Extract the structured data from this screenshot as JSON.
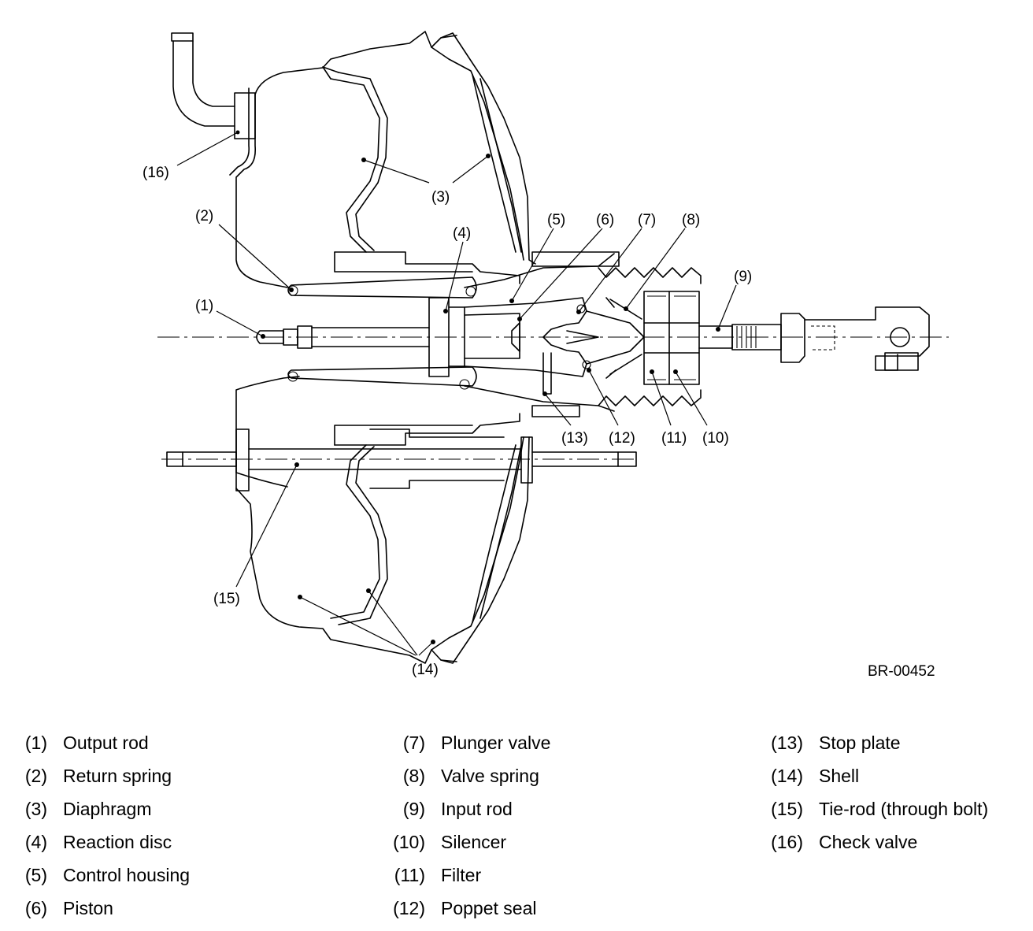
{
  "figure_code": "BR-00452",
  "callouts": [
    "(1)",
    "(2)",
    "(3)",
    "(4)",
    "(5)",
    "(6)",
    "(7)",
    "(8)",
    "(9)",
    "(10)",
    "(11)",
    "(12)",
    "(13)",
    "(14)",
    "(15)",
    "(16)"
  ],
  "legend": [
    {
      "num": "(1)",
      "label": "Output rod"
    },
    {
      "num": "(2)",
      "label": "Return spring"
    },
    {
      "num": "(3)",
      "label": "Diaphragm"
    },
    {
      "num": "(4)",
      "label": "Reaction disc"
    },
    {
      "num": "(5)",
      "label": "Control housing"
    },
    {
      "num": "(6)",
      "label": "Piston"
    },
    {
      "num": "(7)",
      "label": "Plunger valve"
    },
    {
      "num": "(8)",
      "label": "Valve spring"
    },
    {
      "num": "(9)",
      "label": "Input rod"
    },
    {
      "num": "(10)",
      "label": "Silencer"
    },
    {
      "num": "(11)",
      "label": "Filter"
    },
    {
      "num": "(12)",
      "label": "Poppet seal"
    },
    {
      "num": "(13)",
      "label": "Stop plate"
    },
    {
      "num": "(14)",
      "label": "Shell"
    },
    {
      "num": "(15)",
      "label": "Tie-rod (through bolt)"
    },
    {
      "num": "(16)",
      "label": "Check valve"
    }
  ]
}
